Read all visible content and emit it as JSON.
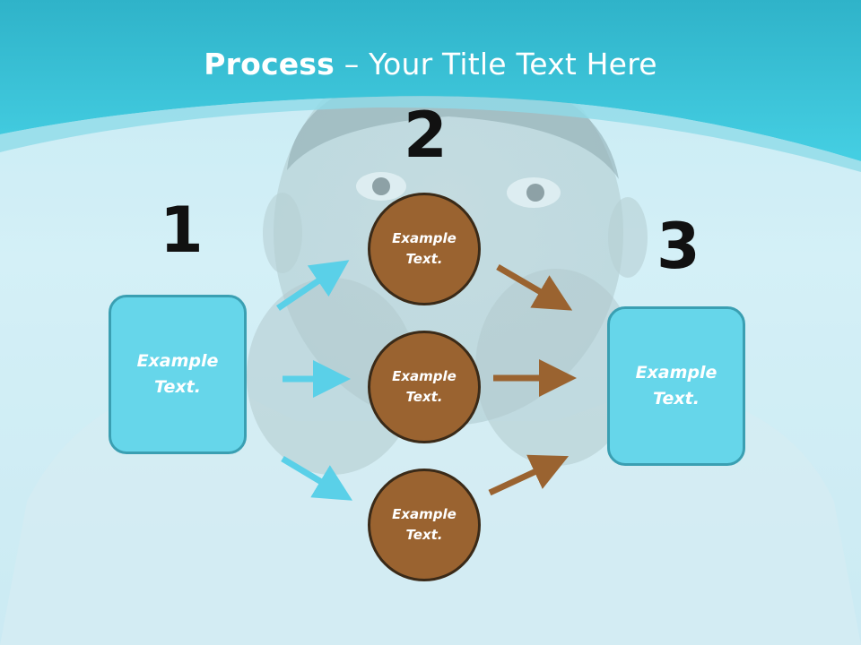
{
  "slide": {
    "title_bold": "Process",
    "title_sep": " – ",
    "title_rest": "Your Title Text Here",
    "numbers": [
      "1",
      "2",
      "3"
    ],
    "left_box": "Example\nText.",
    "right_box": "Example\nText.",
    "circles": [
      "Example\nText.",
      "Example\nText.",
      "Example\nText."
    ]
  },
  "colors": {
    "header": "#3ec6dc",
    "box_fill": "#66d6ea",
    "circle_fill": "#9a6330",
    "arrow_in": "#5ad0e8",
    "arrow_out": "#9a6330"
  },
  "background_image": "photo-man-biting-fists"
}
